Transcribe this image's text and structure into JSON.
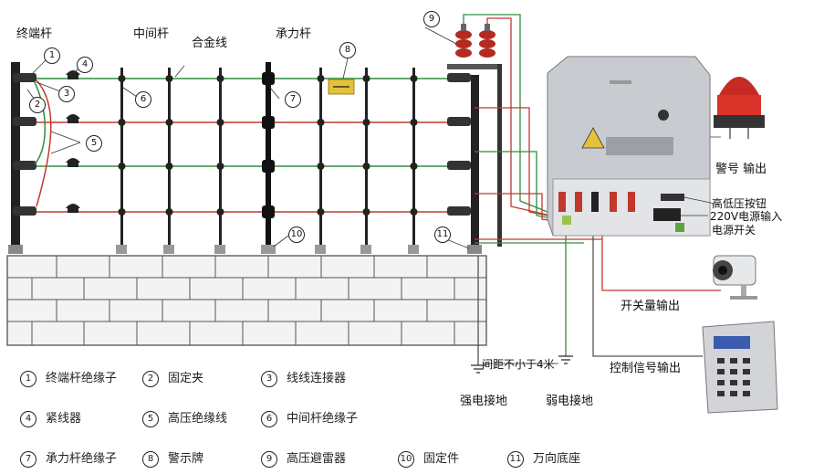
{
  "labels": {
    "terminal_pole": "终端杆",
    "middle_pole": "中间杆",
    "alloy_wire": "合金线",
    "bearing_pole": "承力杆",
    "alarm_output": "警号 输出",
    "hv_lv_button": "高低压按钮",
    "power_input": "220V电源输入",
    "power_switch": "电源开关",
    "switch_output": "开关量输出",
    "spacing_note": "间距不小于4米",
    "control_output": "控制信号输出",
    "strong_ground": "强电接地",
    "weak_ground": "弱电接地"
  },
  "callouts": [
    "1",
    "2",
    "3",
    "4",
    "5",
    "6",
    "7",
    "8",
    "9",
    "10",
    "11"
  ],
  "legend": [
    {
      "num": "1",
      "text": "终端杆绝缘子"
    },
    {
      "num": "2",
      "text": "固定夹"
    },
    {
      "num": "3",
      "text": "线线连接器"
    },
    {
      "num": "4",
      "text": "紧线器"
    },
    {
      "num": "5",
      "text": "高压绝缘线"
    },
    {
      "num": "6",
      "text": "中间杆绝缘子"
    },
    {
      "num": "7",
      "text": "承力杆绝缘子"
    },
    {
      "num": "8",
      "text": "警示牌"
    },
    {
      "num": "9",
      "text": "高压避雷器"
    },
    {
      "num": "10",
      "text": "固定件"
    },
    {
      "num": "11",
      "text": "万向底座"
    }
  ],
  "colors": {
    "wire_green": "#2f8f3a",
    "wire_red": "#c0392b",
    "pole": "#222222",
    "wall": "#f2f2f2",
    "device": "#c9ccd0",
    "arrester": "#b22a20"
  }
}
